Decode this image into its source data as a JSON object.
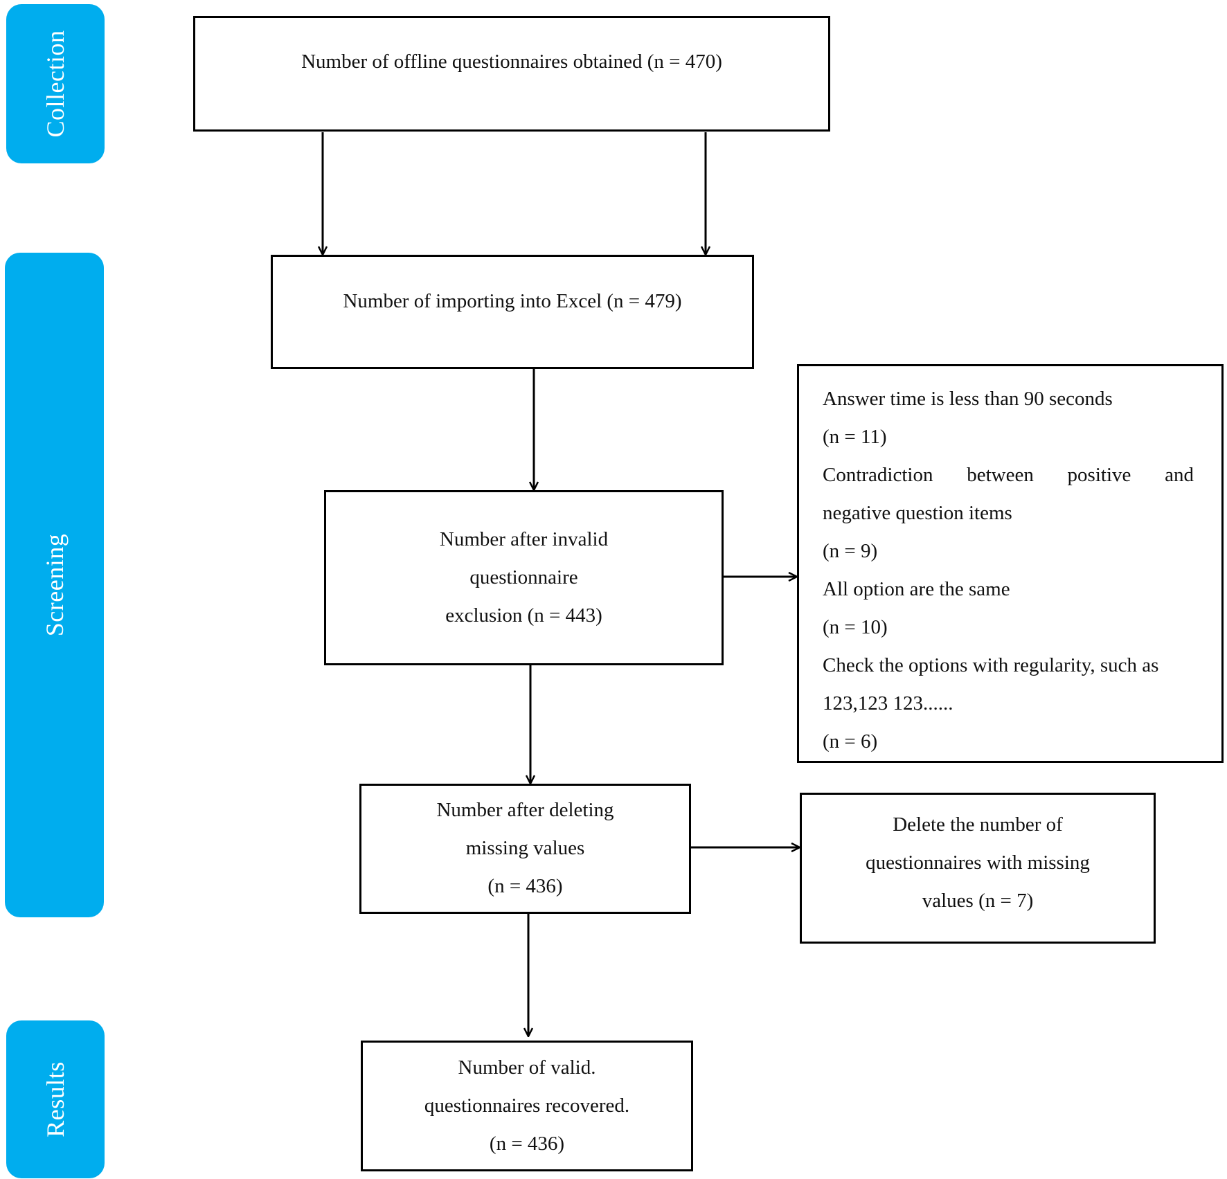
{
  "stages": {
    "collection": "Collection",
    "screening": "Screening",
    "results": "Results"
  },
  "boxes": {
    "obtained": {
      "lines": [
        "Number of offline questionnaires obtained (n = 470)"
      ]
    },
    "imported": {
      "lines": [
        "Number of importing into Excel  (n = 479)"
      ]
    },
    "after_invalid": {
      "lines": [
        "Number after invalid",
        "questionnaire",
        "exclusion (n = 443)"
      ]
    },
    "exclusion_reasons": {
      "lines": [
        "Answer time is less than 90 seconds",
        "(n = 11)",
        "Contradiction between positive and",
        "negative question items",
        "(n = 9)",
        "All option are the same",
        "(n = 10)",
        "Check the options with regularity, such as",
        "123,123 123......",
        "(n = 6)"
      ]
    },
    "after_missing": {
      "lines": [
        "Number after deleting",
        "missing values",
        "(n = 436)"
      ]
    },
    "missing_deleted": {
      "lines": [
        "Delete the number of",
        "questionnaires with missing",
        "values (n = 7)"
      ]
    },
    "valid": {
      "lines": [
        "Number of valid.",
        "questionnaires recovered.",
        "(n = 436)"
      ]
    }
  },
  "colors": {
    "stage_tab": "#00adee",
    "stage_text": "#ffffff",
    "box_border": "#000000",
    "arrow": "#000000"
  }
}
